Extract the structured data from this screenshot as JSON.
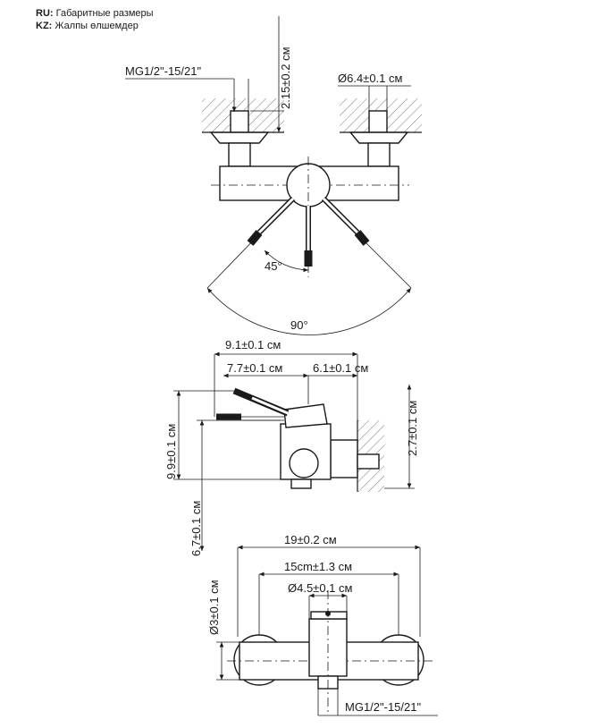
{
  "legend": {
    "ru_code": "RU:",
    "ru_text": "Габаритные размеры",
    "kz_code": "KZ:",
    "kz_text": "Жалпы өлшемдер"
  },
  "top_view": {
    "thread_label": "MG1/2\"-15/21\"",
    "height_label": "2.15±0.2 см",
    "diameter_label": "Ø6.4±0.1 см",
    "angle_small": "45°",
    "angle_large": "90°"
  },
  "side_view": {
    "dim_9_1": "9.1±0.1 см",
    "dim_7_7": "7.7±0.1 см",
    "dim_6_1": "6.1±0.1 см",
    "dim_9_9": "9.9±0.1 см",
    "dim_2_7": "2.7±0.1 см",
    "dim_6_7": "6.7±0.1 см"
  },
  "front_view": {
    "dim_19": "19±0.2 см",
    "dim_15": "15cm±1.3 см",
    "dim_4_5": "Ø4.5±0.1 см",
    "dim_3": "Ø3±0.1 см",
    "thread_label": "MG1/2\"-15/21\""
  }
}
